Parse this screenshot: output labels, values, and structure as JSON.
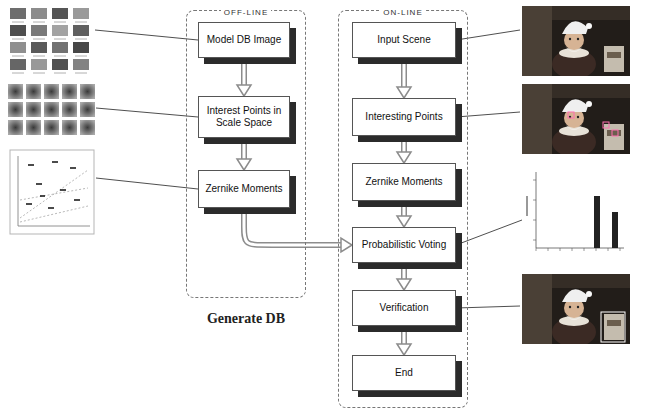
{
  "diagram": {
    "nodes": [
      {
        "text": [
          "OFF-LINE",
          "Generate DB"
        ]
      },
      {
        "text": [
          "Model DB Image"
        ],
        "in": 0
      },
      {
        "text": [
          "Interest Points in Scale Space"
        ],
        "in": 0
      },
      {
        "text": [
          "Zernike Moments"
        ],
        "in": 0
      },
      {
        "text": [
          "ON-LINE"
        ]
      },
      {
        "text": [
          "Input Scene"
        ],
        "in": 4
      },
      {
        "text": [
          "Interesting Points"
        ],
        "in": 4
      },
      {
        "text": [
          "Zernike Moments"
        ],
        "in": 4
      },
      {
        "text": [
          "Probabilistic Voting"
        ],
        "in": 4
      },
      {
        "text": [
          "Verification"
        ],
        "in": 4
      },
      {
        "text": [
          "End"
        ],
        "in": 4
      }
    ],
    "edges": [
      {
        "from": 1,
        "to": 2,
        "arrow": "to"
      },
      {
        "from": 2,
        "to": 3,
        "arrow": "to"
      },
      {
        "from": 3,
        "to": 8,
        "arrow": "to"
      },
      {
        "from": 5,
        "to": 6,
        "arrow": "to"
      },
      {
        "from": 6,
        "to": 7,
        "arrow": "to"
      },
      {
        "from": 7,
        "to": 8,
        "arrow": "to"
      },
      {
        "from": 8,
        "to": 9,
        "arrow": "to"
      },
      {
        "from": 9,
        "to": 10,
        "arrow": "to"
      }
    ]
  }
}
